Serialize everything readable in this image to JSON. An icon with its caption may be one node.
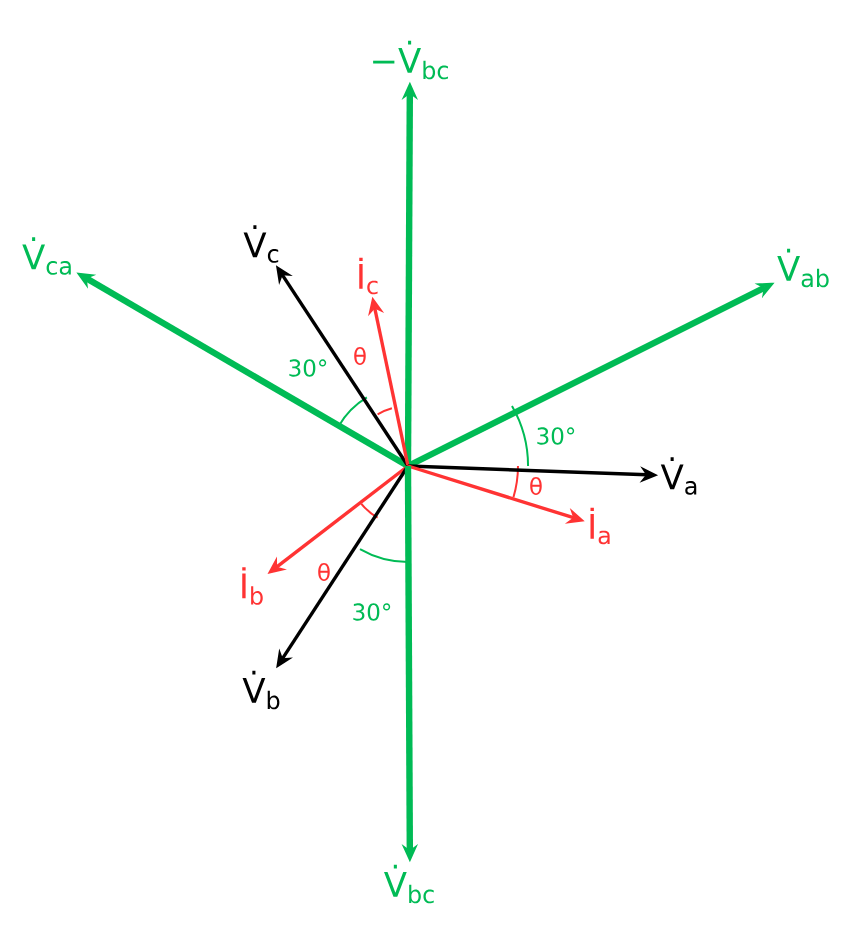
{
  "diagram": {
    "nodes": [
      {
        "text": [
          "−V̇$_{bc}$"
        ]
      },
      {
        "text": [
          "V̇$_{ca}$"
        ]
      },
      {
        "text": [
          "V̇$_{ab}$"
        ]
      },
      {
        "text": [
          "V̇$_{c}$"
        ]
      },
      {
        "text": [
          "İ$_{c}$"
        ]
      },
      {
        "text": [
          "V̇$_{a}$"
        ]
      },
      {
        "text": [
          "İ$_{a}$"
        ]
      },
      {
        "text": [
          "İ$_{b}$"
        ]
      },
      {
        "text": [
          "V̇$_{b}$"
        ]
      },
      {
        "text": [
          "V̇$_{bc}$"
        ]
      }
    ],
    "edges": [
      {
        "from": null,
        "to": 0,
        "arrow": "to",
        "style": "thick",
        "color": "#00bb55"
      },
      {
        "from": null,
        "to": 1,
        "arrow": "to",
        "style": "thick",
        "color": "#00bb55"
      },
      {
        "from": null,
        "to": 2,
        "arrow": "to",
        "style": "thick",
        "color": "#00bb55"
      },
      {
        "from": null,
        "to": 3,
        "arrow": "to",
        "color": "#000000"
      },
      {
        "from": null,
        "to": 4,
        "arrow": "to",
        "color": "#ff3333"
      },
      {
        "from": null,
        "to": 5,
        "arrow": "to",
        "color": "#000000"
      },
      {
        "from": null,
        "to": 6,
        "arrow": "to",
        "color": "#ff3333"
      },
      {
        "from": null,
        "to": 7,
        "arrow": "to",
        "color": "#ff3333"
      },
      {
        "from": null,
        "to": 8,
        "arrow": "to",
        "color": "#000000"
      },
      {
        "from": null,
        "to": 9,
        "arrow": "to",
        "style": "thick",
        "color": "#00bb55"
      }
    ],
    "labels": [
      "θ",
      "30°",
      "30°",
      "θ",
      "θ",
      "30°"
    ]
  }
}
